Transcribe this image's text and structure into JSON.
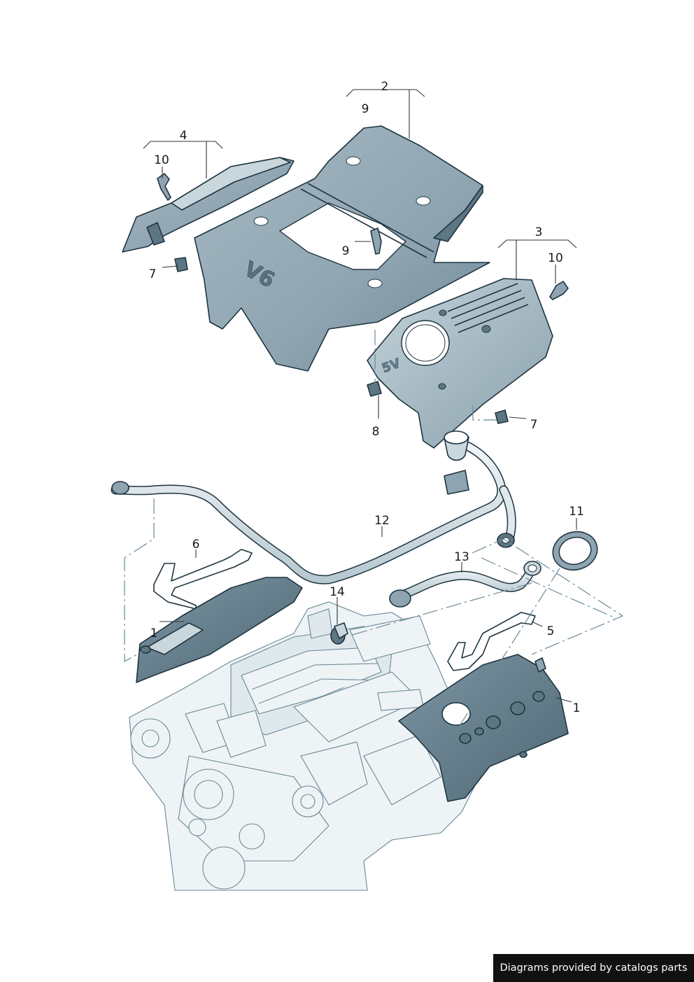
{
  "callouts": [
    {
      "id": "c2",
      "text": "2"
    },
    {
      "id": "c9a",
      "text": "9"
    },
    {
      "id": "c4",
      "text": "4"
    },
    {
      "id": "c10a",
      "text": "10"
    },
    {
      "id": "c7a",
      "text": "7"
    },
    {
      "id": "c9b",
      "text": "9"
    },
    {
      "id": "c3",
      "text": "3"
    },
    {
      "id": "c10b",
      "text": "10"
    },
    {
      "id": "c8",
      "text": "8"
    },
    {
      "id": "c7b",
      "text": "7"
    },
    {
      "id": "c12",
      "text": "12"
    },
    {
      "id": "c11",
      "text": "11"
    },
    {
      "id": "c6",
      "text": "6"
    },
    {
      "id": "c13",
      "text": "13"
    },
    {
      "id": "c14",
      "text": "14"
    },
    {
      "id": "c1a",
      "text": "1"
    },
    {
      "id": "c5",
      "text": "5"
    },
    {
      "id": "c1b",
      "text": "1"
    }
  ],
  "engine_marks": {
    "center_cover": "V6",
    "right_cover": "5V"
  },
  "footer": {
    "credit": "Diagrams provided by catalogs parts"
  },
  "colors": {
    "cover_fill": "#8ea4b0",
    "cover_dark": "#6f8896",
    "ghost_fill": "#eef4f6",
    "line": "#1e3440"
  }
}
